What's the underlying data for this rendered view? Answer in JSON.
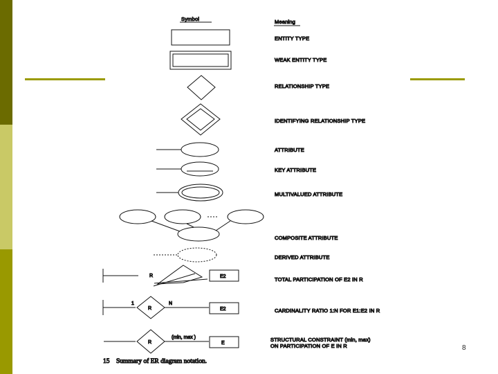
{
  "header": {
    "symbol": "Symbol",
    "meaning": "Meaning"
  },
  "rows": [
    {
      "id": "entity",
      "meaning": "ENTITY TYPE"
    },
    {
      "id": "weak-entity",
      "meaning": "WEAK ENTITY TYPE"
    },
    {
      "id": "relationship",
      "meaning": "RELATIONSHIP TYPE"
    },
    {
      "id": "identifying-relationship",
      "meaning": "IDENTIFYING RELATIONSHIP TYPE"
    },
    {
      "id": "attribute",
      "meaning": "ATTRIBUTE"
    },
    {
      "id": "key-attribute",
      "meaning": "KEY ATTRIBUTE"
    },
    {
      "id": "multivalued-attribute",
      "meaning": "MULTIVALUED ATTRIBUTE"
    },
    {
      "id": "composite-attribute",
      "meaning": "COMPOSITE ATTRIBUTE"
    },
    {
      "id": "derived-attribute",
      "meaning": "DERIVED ATTRIBUTE"
    },
    {
      "id": "total-participation",
      "meaning": "TOTAL PARTICIPATION OF E2 IN R"
    },
    {
      "id": "cardinality-ratio",
      "meaning": "CARDINALITY RATIO 1:N FOR E1:E2 IN R"
    },
    {
      "id": "structural-constraint",
      "meaning": "STRUCTURAL CONSTRAINT (min, max)",
      "meaning2": "ON PARTICIPATION OF E IN R"
    }
  ],
  "symbol_labels": {
    "r": "R",
    "e2": "E2",
    "e": "E",
    "one": "1",
    "n": "N",
    "minmax": "(min, max )"
  },
  "caption": "15    Summary of ER diagram notation.",
  "page_number": "8",
  "colors": {
    "sidebar_dark": "#6b6b00",
    "sidebar_light": "#c9c966",
    "sidebar_mid": "#999900",
    "rule": "#9a9a00"
  }
}
